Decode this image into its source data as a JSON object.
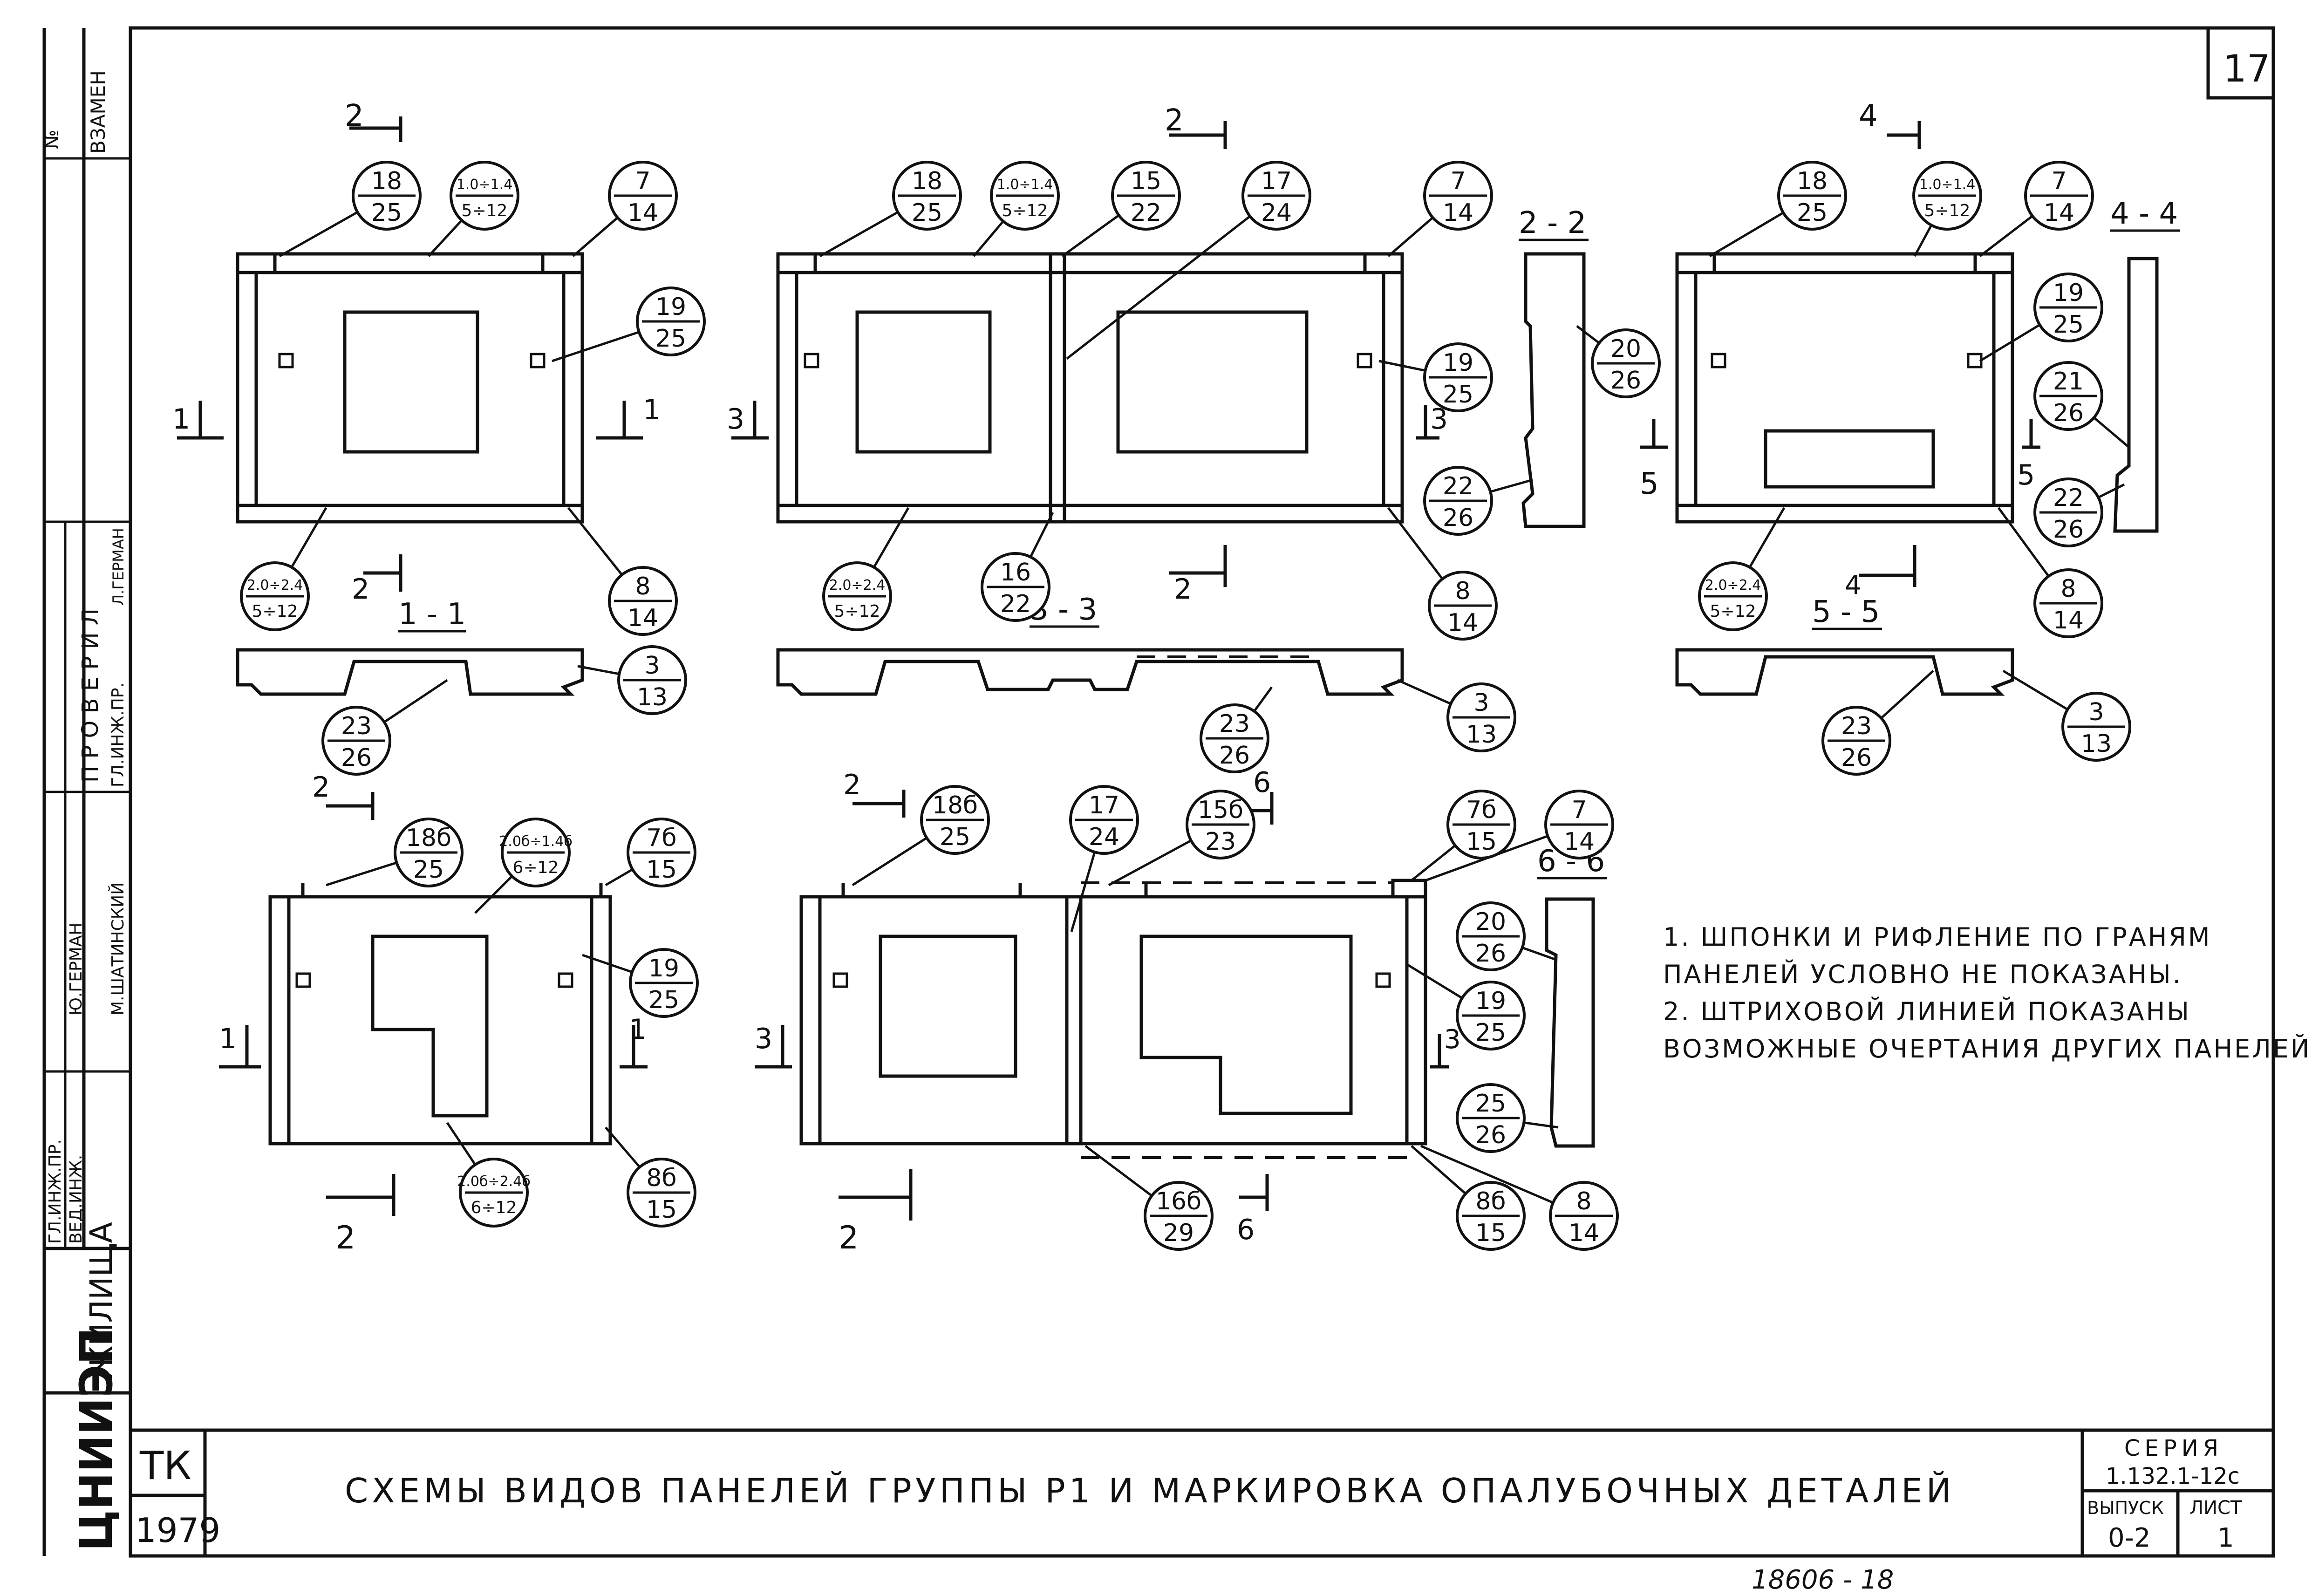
{
  "sheet": {
    "number": "17",
    "title": "СХЕМЫ ВИДОВ ПАНЕЛЕЙ ГРУППЫ Р1 И МАРКИРОВКА ОПАЛУБОЧНЫХ ДЕТАЛЕЙ",
    "series_label": "СЕРИЯ",
    "series_value": "1.132.1-12с",
    "vypusk_label": "ВЫПУСК",
    "vypusk_value": "0-2",
    "list_label": "ЛИСТ",
    "list_value": "1",
    "tk": "ТК",
    "year": "1979",
    "org": "ЦНИИЭП",
    "org_sub": "ЖИЛИЩА",
    "inv_fragment": "18606 - 18"
  },
  "side_stamp": {
    "no": "№",
    "vzamen": "ВЗАМЕН",
    "proveril": "П Р О В Е Р И Л",
    "role1": "ГЛ.ИНЖ.ПР.",
    "name1": "Ю.ГЕРМАН",
    "role2": "ГЛ.ИНЖ.ПР.",
    "name2": "М.ШАТИНСКИЙ",
    "role3": "ВЕД.ИНЖ.",
    "name3": "Л.ГЕРМАН"
  },
  "notes": [
    "1. ШПОНКИ И РИФЛЕНИЕ ПО ГРАНЯМ",
    "ПАНЕЛЕЙ УСЛОВНО НЕ ПОКАЗАНЫ.",
    "2. ШТРИХОВОЙ ЛИНИЕЙ ПОКАЗАНЫ",
    "ВОЗМОЖНЫЕ ОЧЕРТАНИЯ ДРУГИХ ПАНЕЛЕЙ."
  ],
  "sections": {
    "s1": "1 - 1",
    "s2": "2 - 2",
    "s3": "3 - 3",
    "s4": "4 - 4",
    "s5": "5 - 5",
    "s6": "6 - 6"
  },
  "cut_marks": {
    "n1": "1",
    "n2": "2",
    "n3": "3",
    "n4": "4",
    "n5": "5",
    "n6": "6"
  },
  "callouts": [
    {
      "top": "18",
      "bottom": "25"
    },
    {
      "top": "1.0÷1.4",
      "bottom": "5÷12"
    },
    {
      "top": "7",
      "bottom": "14"
    },
    {
      "top": "19",
      "bottom": "25"
    },
    {
      "top": "2.0÷2.4",
      "bottom": "5÷12"
    },
    {
      "top": "8",
      "bottom": "14"
    },
    {
      "top": "3",
      "bottom": "13"
    },
    {
      "top": "23",
      "bottom": "26"
    },
    {
      "top": "18",
      "bottom": "25"
    },
    {
      "top": "1.0÷1.4",
      "bottom": "5÷12"
    },
    {
      "top": "15",
      "bottom": "22"
    },
    {
      "top": "17",
      "bottom": "24"
    },
    {
      "top": "7",
      "bottom": "14"
    },
    {
      "top": "19",
      "bottom": "25"
    },
    {
      "top": "2.0÷2.4",
      "bottom": "5÷12"
    },
    {
      "top": "16",
      "bottom": "22"
    },
    {
      "top": "8",
      "bottom": "14"
    },
    {
      "top": "3",
      "bottom": "13"
    },
    {
      "top": "23",
      "bottom": "26"
    },
    {
      "top": "20",
      "bottom": "26"
    },
    {
      "top": "22",
      "bottom": "26"
    },
    {
      "top": "18",
      "bottom": "25"
    },
    {
      "top": "1.0÷1.4",
      "bottom": "5÷12"
    },
    {
      "top": "7",
      "bottom": "14"
    },
    {
      "top": "19",
      "bottom": "25"
    },
    {
      "top": "21",
      "bottom": "26"
    },
    {
      "top": "22",
      "bottom": "26"
    },
    {
      "top": "2.0÷2.4",
      "bottom": "5÷12"
    },
    {
      "top": "8",
      "bottom": "14"
    },
    {
      "top": "3",
      "bottom": "13"
    },
    {
      "top": "23",
      "bottom": "26"
    },
    {
      "top": "18б",
      "bottom": "25"
    },
    {
      "top": "2.0б÷1.4б",
      "bottom": "6÷12"
    },
    {
      "top": "7б",
      "bottom": "15"
    },
    {
      "top": "19",
      "bottom": "25"
    },
    {
      "top": "2.0б÷2.4б",
      "bottom": "6÷12"
    },
    {
      "top": "8б",
      "bottom": "15"
    },
    {
      "top": "18б",
      "bottom": "25"
    },
    {
      "top": "17",
      "bottom": "24"
    },
    {
      "top": "15б",
      "bottom": "23"
    },
    {
      "top": "7б",
      "bottom": "15"
    },
    {
      "top": "7",
      "bottom": "14"
    },
    {
      "top": "19",
      "bottom": "25"
    },
    {
      "top": "16б",
      "bottom": "29"
    },
    {
      "top": "8б",
      "bottom": "15"
    },
    {
      "top": "8",
      "bottom": "14"
    },
    {
      "top": "20",
      "bottom": "26"
    },
    {
      "top": "25",
      "bottom": "26"
    }
  ]
}
